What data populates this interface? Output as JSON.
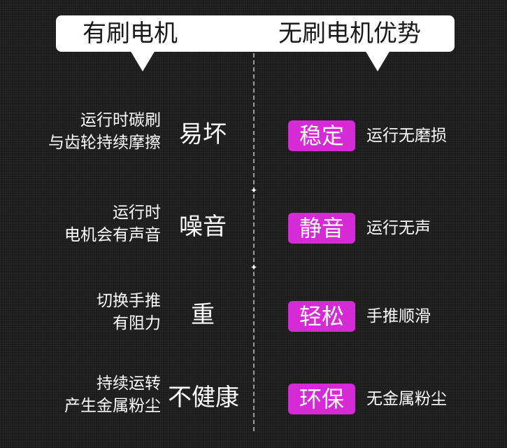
{
  "header": {
    "left_title": "有刷电机",
    "right_title": "无刷电机优势"
  },
  "rows": [
    {
      "desc_lines": [
        "运行时碳刷",
        "与齿轮持续摩擦"
      ],
      "problem": "易坏",
      "badge": "稳定",
      "benefit": "运行无磨损"
    },
    {
      "desc_lines": [
        "运行时",
        "电机会有声音"
      ],
      "problem": "噪音",
      "badge": "静音",
      "benefit": "运行无声"
    },
    {
      "desc_lines": [
        "切换手推",
        "有阻力"
      ],
      "problem": "重",
      "badge": "轻松",
      "benefit": "手推顺滑"
    },
    {
      "desc_lines": [
        "持续运转",
        "产生金属粉尘"
      ],
      "problem": "不健康",
      "badge": "环保",
      "benefit": "无金属粉尘"
    }
  ],
  "colors": {
    "background": "#1d1d1d",
    "badge": "#d62ad6",
    "bubble": "#ffffff"
  }
}
